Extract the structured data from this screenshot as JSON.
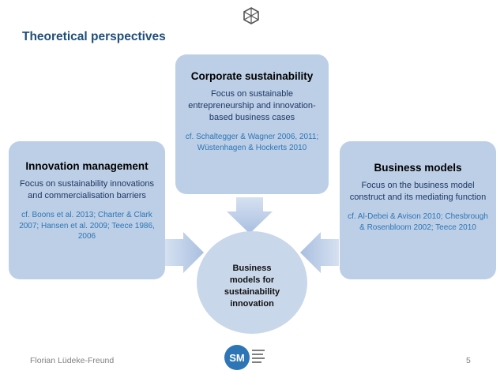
{
  "slide": {
    "title": "Theoretical perspectives",
    "author": "Florian Lüdeke-Freund",
    "page_number": "5"
  },
  "center": {
    "lines": [
      "Business",
      "models for",
      "sustainability",
      "innovation"
    ]
  },
  "innovation_box": {
    "heading": "Innovation management",
    "focus": "Focus on sustainability innovations and commercialisation barriers",
    "citations": "cf. Boons et al. 2013; Charter & Clark 2007; Hansen et al. 2009; Teece 1986, 2006"
  },
  "corporate_box": {
    "heading": "Corporate sustainability",
    "focus": "Focus on sustainable entrepreneurship and innovation-based business cases",
    "citations": "cf. Schaltegger & Wagner 2006, 2011; Wüstenhagen & Hockerts 2010"
  },
  "business_box": {
    "heading": "Business models",
    "focus": "Focus on the business model construct and its mediating function",
    "citations": "cf. Al-Debei & Avison 2010; Chesbrough & Rosenbloom 2002; Teece 2010"
  },
  "icons": {
    "top": "hexagon-cube-icon",
    "footer_logo": "centre-for-sustainability-management-logo"
  },
  "colors": {
    "title": "#1f4e79",
    "box_fill": "#bccfe6",
    "citation": "#2e75b6",
    "arrow": "#b4c7e7"
  }
}
